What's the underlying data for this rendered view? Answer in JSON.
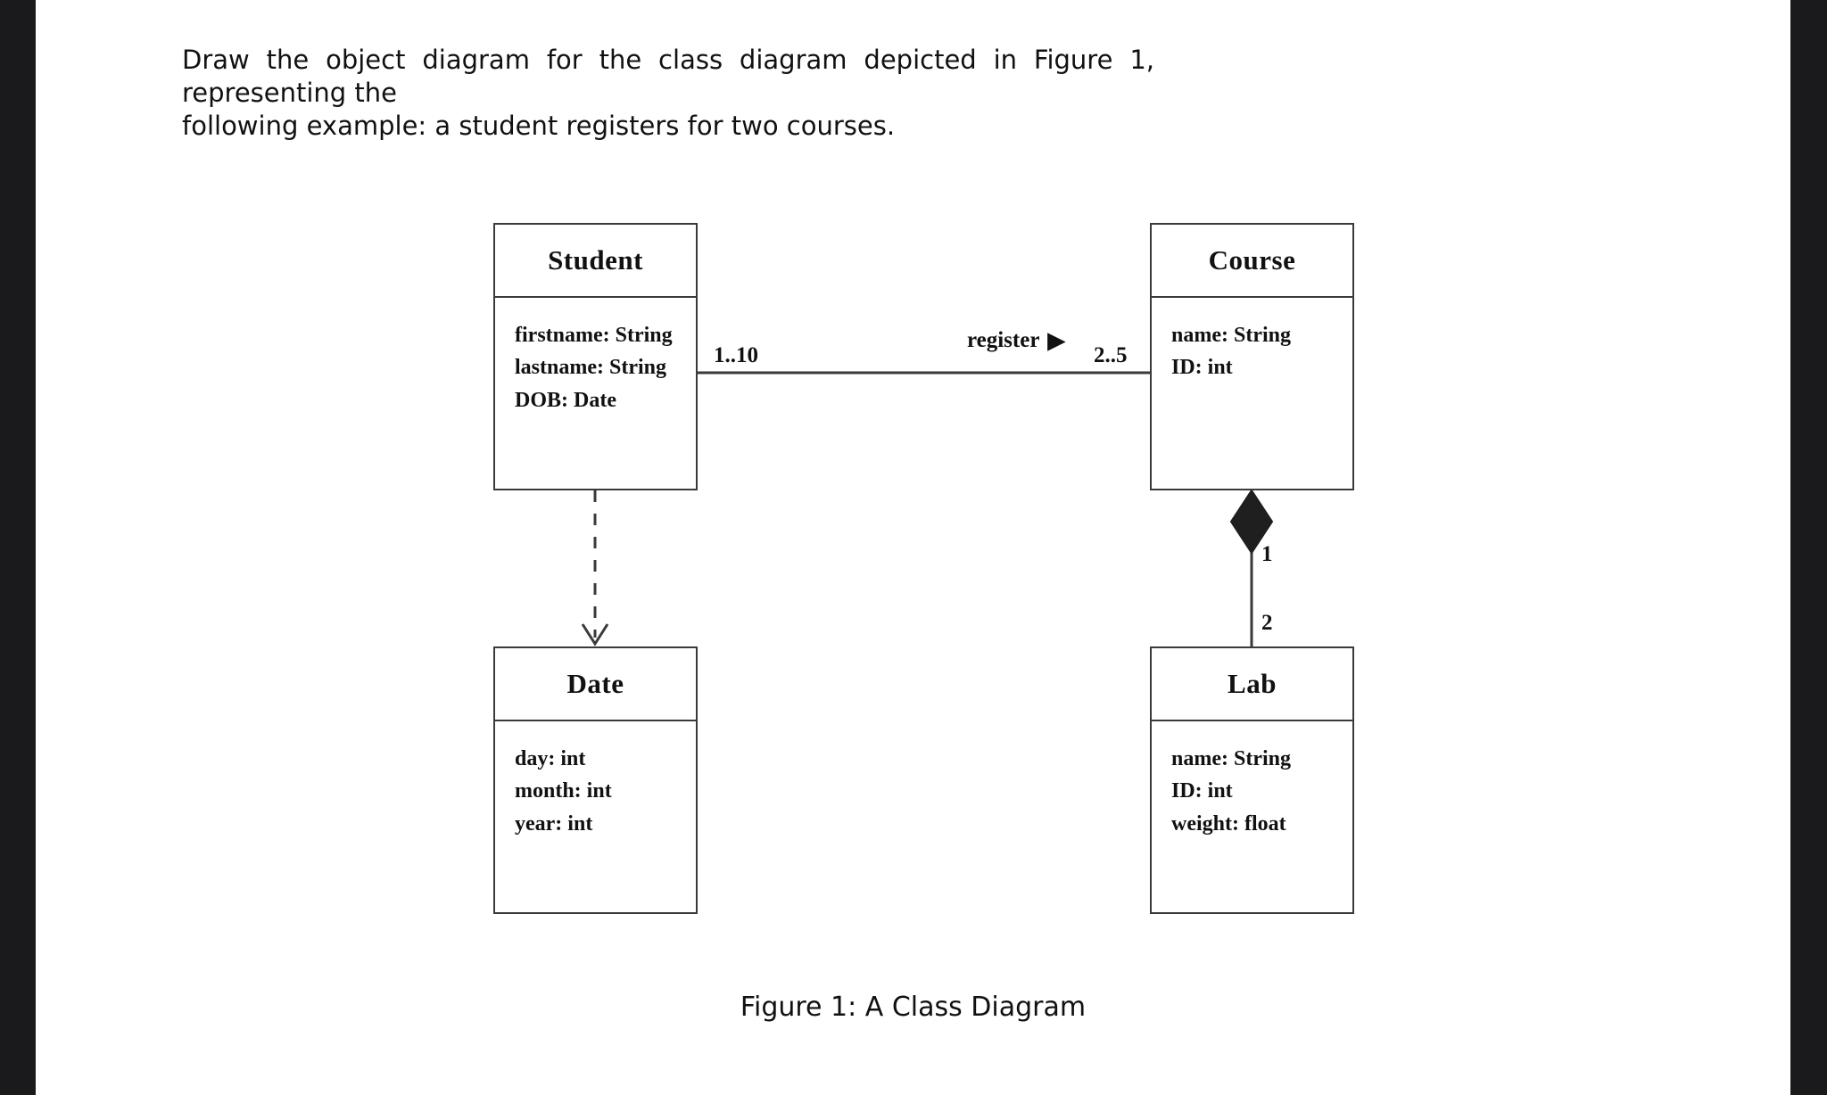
{
  "document": {
    "prompt_line1": "Draw the object diagram for the class diagram depicted in Figure 1, representing the",
    "prompt_line2": "following example:  a student registers for two courses.",
    "caption": "Figure 1: A Class Diagram"
  },
  "diagram": {
    "type": "uml-class-diagram",
    "classes": [
      {
        "id": "student",
        "name": "Student",
        "attributes": [
          "firstname: String",
          "lastname: String",
          "DOB: Date"
        ]
      },
      {
        "id": "course",
        "name": "Course",
        "attributes": [
          "name: String",
          "ID: int"
        ]
      },
      {
        "id": "date",
        "name": "Date",
        "attributes": [
          "day: int",
          "month: int",
          "year: int"
        ]
      },
      {
        "id": "lab",
        "name": "Lab",
        "attributes": [
          "name: String",
          "ID: int",
          "weight: float"
        ]
      }
    ],
    "relationships": [
      {
        "id": "student-course",
        "kind": "association",
        "from": "Student",
        "to": "Course",
        "label": "register",
        "direction_glyph": "▶",
        "source_multiplicity": "1..10",
        "target_multiplicity": "2..5"
      },
      {
        "id": "student-date",
        "kind": "dependency",
        "from": "Student",
        "to": "Date",
        "line_style": "dashed",
        "arrowhead": "open"
      },
      {
        "id": "course-lab",
        "kind": "composition",
        "from": "Course",
        "to": "Lab",
        "diamond": "filled",
        "source_multiplicity": "1",
        "target_multiplicity": "2"
      }
    ]
  },
  "colors": {
    "stroke": "#3a3a3c",
    "text": "#111111",
    "page": "#ffffff",
    "band": "#1a1a1c"
  }
}
